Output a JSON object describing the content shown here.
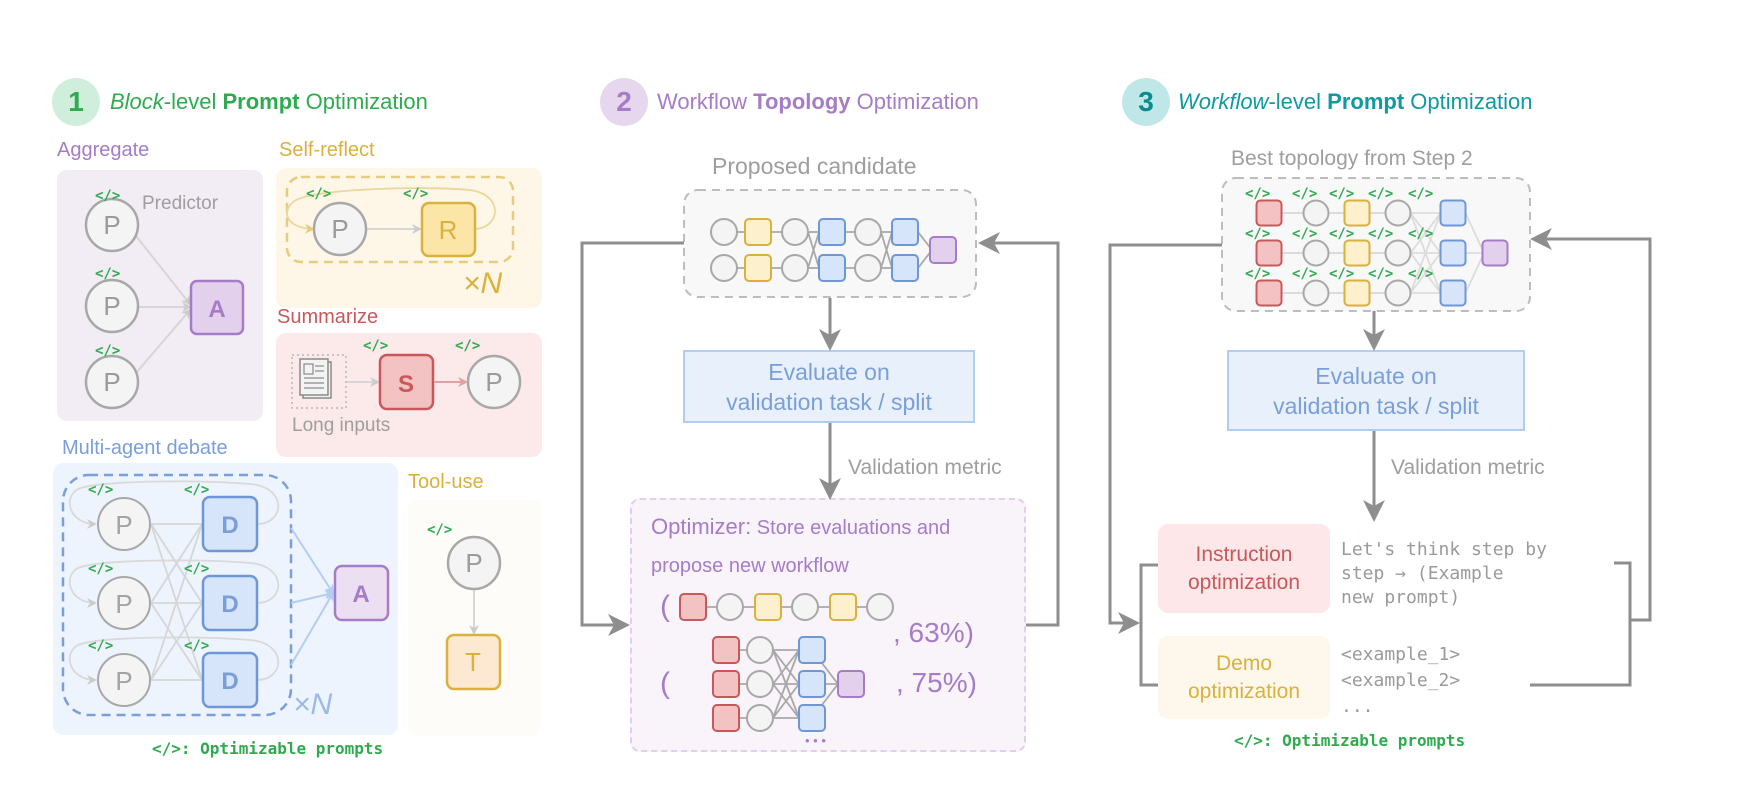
{
  "colors": {
    "green": "#2eab4e",
    "purple": "#a77cc7",
    "teal": "#0d9aa0",
    "yellow": "#d9b13b",
    "red": "#c9585a",
    "blue": "#7a9fd8",
    "gray": "#9e9e9e"
  },
  "step1": {
    "number": "1",
    "title_italic": "Block",
    "title_mid": "-level ",
    "title_bold": "Prompt",
    "title_end": " Optimization",
    "aggregate": {
      "label": "Aggregate",
      "predictor_label": "Predictor",
      "node_p": "P",
      "node_a": "A"
    },
    "self_reflect": {
      "label": "Self-reflect",
      "node_p": "P",
      "node_r": "R",
      "repeat": "×N"
    },
    "summarize": {
      "label": "Summarize",
      "node_s": "S",
      "node_p": "P",
      "input_label": "Long inputs"
    },
    "debate": {
      "label": "Multi-agent debate",
      "node_p": "P",
      "node_d": "D",
      "node_a": "A",
      "repeat": "×N"
    },
    "tool_use": {
      "label": "Tool-use",
      "node_p": "P",
      "node_t": "T"
    },
    "legend": "</>: Optimizable prompts",
    "prompt_tag": "</>"
  },
  "step2": {
    "number": "2",
    "title_start": "Workflow ",
    "title_bold": "Topology",
    "title_end": " Optimization",
    "candidate_label": "Proposed candidate",
    "evaluate_line1": "Evaluate on",
    "evaluate_line2": "validation task / split",
    "metric_label": "Validation metric",
    "optimizer_bold": "Optimizer:",
    "optimizer_text": " Store evaluations and",
    "optimizer_text2": "propose new workflow",
    "history": [
      {
        "open": "(",
        "score": ", 63%)"
      },
      {
        "open": "(",
        "score": ", 75%)"
      }
    ],
    "ellipsis": "• • •"
  },
  "step3": {
    "number": "3",
    "title_italic": "Workflow",
    "title_mid": "-level ",
    "title_bold": "Prompt",
    "title_end": " Optimization",
    "best_label": "Best topology from Step 2",
    "evaluate_line1": "Evaluate on",
    "evaluate_line2": "validation task / split",
    "metric_label": "Validation metric",
    "instruction_opt": {
      "line1": "Instruction",
      "line2": "optimization"
    },
    "demo_opt": {
      "line1": "Demo",
      "line2": "optimization"
    },
    "instruction_example": "Let's think step by\nstep → (Example\nnew prompt)",
    "demo_example": "<example_1>\n<example_2>\n...",
    "legend": "</>: Optimizable prompts"
  }
}
